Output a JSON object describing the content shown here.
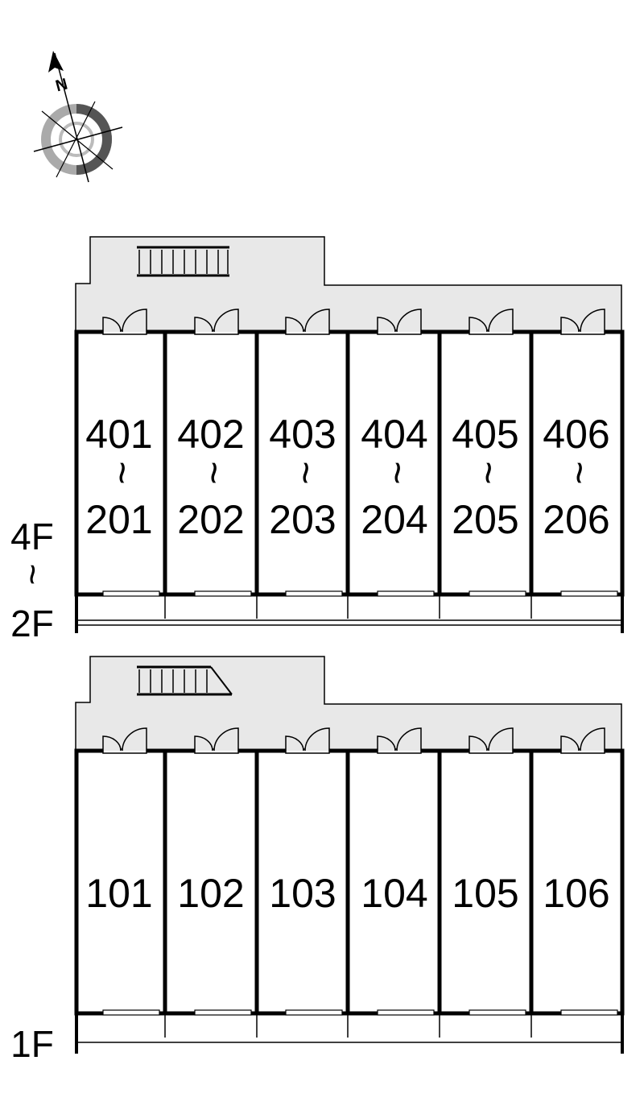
{
  "compass": {
    "north_label": "N",
    "icon": "compass-icon"
  },
  "stair_icon": "staircase-icon",
  "door_icon": "door-swing-icon",
  "window_icon": "window-icon",
  "colors": {
    "common_area": "#e8e8e8",
    "wall": "#000000",
    "compass_dark": "#555555",
    "compass_light": "#aaaaaa"
  },
  "upper_block": {
    "floor_range": {
      "top": "4F",
      "tilde": "~",
      "bottom": "2F"
    },
    "units": [
      {
        "top": "401",
        "tilde": "~",
        "bottom": "201"
      },
      {
        "top": "402",
        "tilde": "~",
        "bottom": "202"
      },
      {
        "top": "403",
        "tilde": "~",
        "bottom": "203"
      },
      {
        "top": "404",
        "tilde": "~",
        "bottom": "204"
      },
      {
        "top": "405",
        "tilde": "~",
        "bottom": "205"
      },
      {
        "top": "406",
        "tilde": "~",
        "bottom": "206"
      }
    ]
  },
  "lower_block": {
    "floor": "1F",
    "units": [
      "101",
      "102",
      "103",
      "104",
      "105",
      "106"
    ]
  }
}
